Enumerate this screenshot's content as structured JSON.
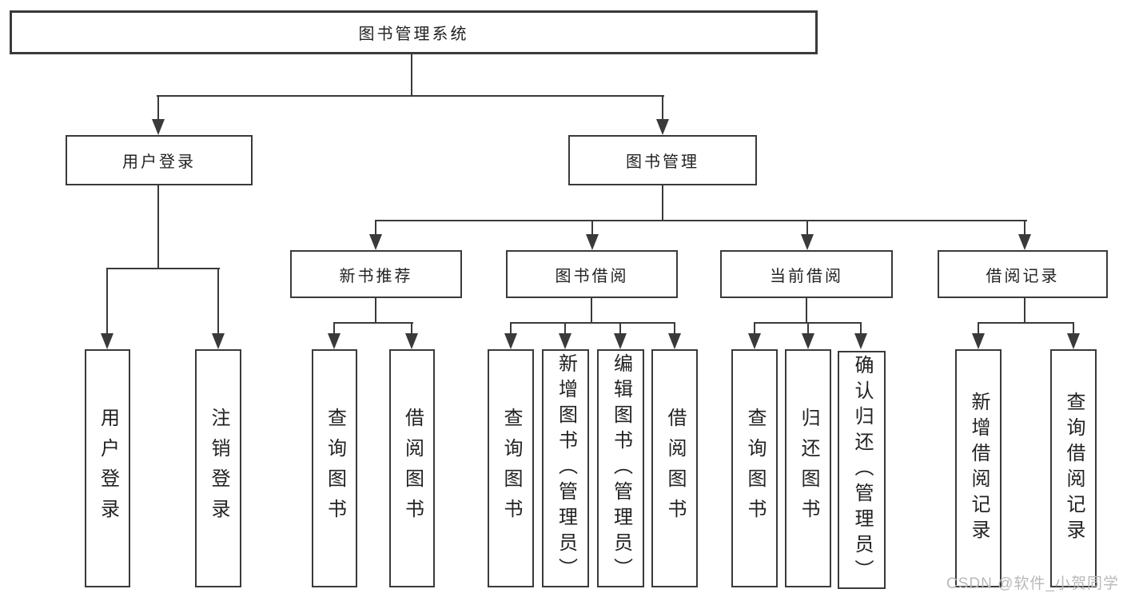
{
  "diagram": {
    "root": {
      "label": "图书管理系统"
    },
    "level2": [
      {
        "label": "用户登录"
      },
      {
        "label": "图书管理"
      }
    ],
    "level3": [
      {
        "label": "新书推荐"
      },
      {
        "label": "图书借阅"
      },
      {
        "label": "当前借阅"
      },
      {
        "label": "借阅记录"
      }
    ],
    "leaves": {
      "user_login": [
        {
          "label": "用户登录"
        },
        {
          "label": "注销登录"
        }
      ],
      "new_book": [
        {
          "label": "查询图书"
        },
        {
          "label": "借阅图书"
        }
      ],
      "book_borrow": [
        {
          "label": "查询图书"
        },
        {
          "label": "新增图书（管理员）"
        },
        {
          "label": "编辑图书（管理员）"
        },
        {
          "label": "借阅图书"
        }
      ],
      "current_borrow": [
        {
          "label": "查询图书"
        },
        {
          "label": "归还图书"
        },
        {
          "label": "确认归还（管理员）"
        }
      ],
      "borrow_records": [
        {
          "label": "新增借阅记录"
        },
        {
          "label": "查询借阅记录"
        }
      ]
    },
    "watermark": "CSDN @软件_小贺同学",
    "colors": {
      "line": "#3a3a3a",
      "text": "#222222",
      "watermark": "#b9b9b9",
      "background": "#ffffff"
    }
  }
}
